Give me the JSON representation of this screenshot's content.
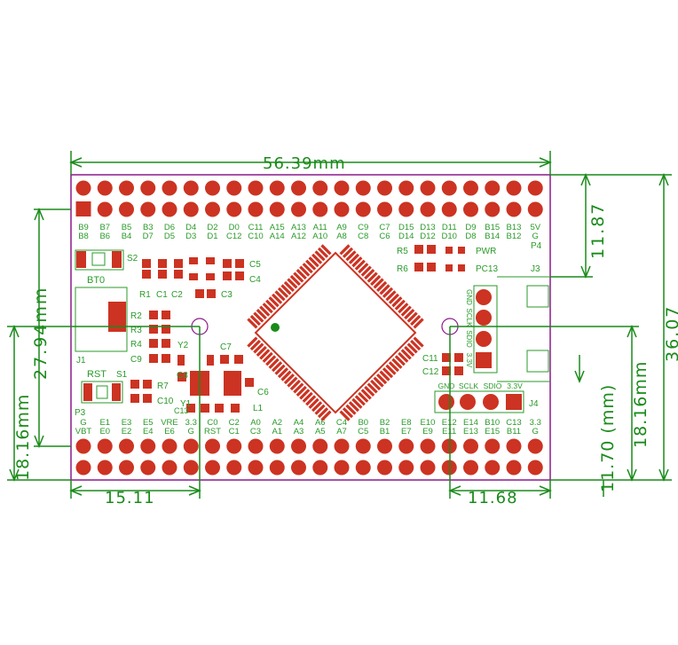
{
  "colors": {
    "board_outline": "#8a1a8a",
    "pad": "#cc3322",
    "silk": "#2a9a2a",
    "dimension": "#1a8a1a",
    "background": "#ffffff"
  },
  "dimensions": {
    "width_total": "56.39mm",
    "height_total": "36.07",
    "top_to_hole": "11.87",
    "left_height": "27.94mm",
    "hole_height_left": "18.16mm",
    "hole_height_right": "18.16mm",
    "hole_offset_bottom": "11.70 (mm)",
    "hole_x_left": "15.11",
    "hole_x_right": "11.68"
  },
  "top_header": {
    "row1": [
      "B9",
      "B7",
      "B5",
      "B3",
      "D6",
      "D4",
      "D2",
      "D0",
      "C11",
      "A15",
      "A13",
      "A11",
      "A9",
      "C9",
      "C7",
      "D15",
      "D13",
      "D11",
      "D9",
      "B15",
      "B13",
      "5V"
    ],
    "row2": [
      "B8",
      "B6",
      "B4",
      "D7",
      "D5",
      "D3",
      "D1",
      "C12",
      "C10",
      "A14",
      "A12",
      "A10",
      "A8",
      "C8",
      "C6",
      "D14",
      "D12",
      "D10",
      "D8",
      "B14",
      "B12",
      "G"
    ],
    "connector_label": "P4"
  },
  "bottom_header": {
    "row1": [
      "G",
      "E1",
      "E3",
      "E5",
      "VRE",
      "3.3",
      "C0",
      "C2",
      "A0",
      "A2",
      "A4",
      "A6",
      "C4",
      "B0",
      "B2",
      "E8",
      "E10",
      "E12",
      "E14",
      "B10",
      "C13",
      "3.3"
    ],
    "row2": [
      "VBT",
      "E0",
      "E2",
      "E4",
      "E6",
      "G",
      "RST",
      "C1",
      "C3",
      "A1",
      "A3",
      "A5",
      "A7",
      "C5",
      "B1",
      "E7",
      "E9",
      "E11",
      "E13",
      "E15",
      "B11",
      "G"
    ],
    "connector_label": "P3"
  },
  "components": {
    "S2": "S2",
    "BT0": "BT0",
    "R1": "R1",
    "C1": "C1",
    "C2": "C2",
    "C3": "C3",
    "C4": "C4",
    "C5": "C5",
    "R2": "R2",
    "R3": "R3",
    "R4": "R4",
    "C9": "C9",
    "Y2": "Y2",
    "C7": "C7",
    "C8": "C8",
    "C6": "C6",
    "RST": "RST",
    "S1": "S1",
    "R7": "R7",
    "C10": "C10",
    "Y1": "Y1",
    "C13": "C13",
    "L1": "L1",
    "J1": "J1",
    "R5": "R5",
    "R6": "R6",
    "PWR": "PWR",
    "PC13": "PC13",
    "J3": "J3",
    "C11": "C11",
    "C12": "C12",
    "J4": "J4"
  },
  "j3_pins": [
    "GND",
    "SCLK",
    "SDIO",
    "3.3V"
  ],
  "j4_pins": [
    "GND",
    "SCLK",
    "SDIO",
    "3.3V"
  ]
}
